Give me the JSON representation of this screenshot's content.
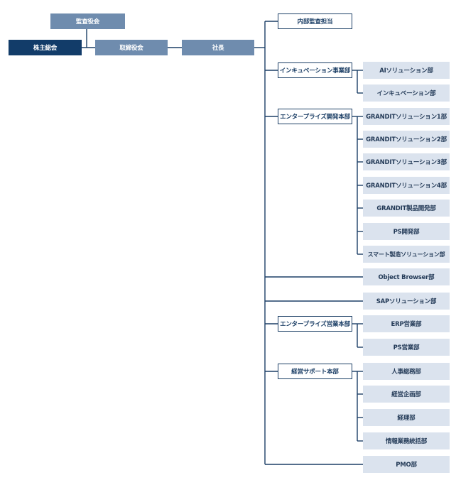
{
  "colors": {
    "dark": "#123c69",
    "mid": "#6f8cae",
    "outline": "#1c3f66",
    "light": "#dbe3ee",
    "line": "#1c3f66"
  },
  "top": {
    "audit_committee": "監査役会",
    "shareholders_meeting": "株主総会",
    "board": "取締役会",
    "president": "社長",
    "internal_audit": "内部監査担当"
  },
  "divisions": {
    "incubation": "インキュベーション事業部",
    "enterprise_dev": "エンタープライズ開発本部",
    "enterprise_sales": "エンタープライズ営業本部",
    "management_support": "経営サポート本部"
  },
  "departments": {
    "ai_solution": "AIソリューション部",
    "incubation_dept": "インキュベーション部",
    "grandit_1": "GRANDITソリューション1部",
    "grandit_2": "GRANDITソリューション2部",
    "grandit_3": "GRANDITソリューション3部",
    "grandit_4": "GRANDITソリューション4部",
    "grandit_product": "GRANDIT製品開発部",
    "ps_dev": "PS開発部",
    "smart_mfg": "スマート製造ソリューション部",
    "object_browser": "Object Browser部",
    "sap_solution": "SAPソリューション部",
    "erp_sales": "ERP営業部",
    "ps_sales": "PS営業部",
    "hr_general": "人事総務部",
    "corp_planning": "経営企画部",
    "accounting": "経理部",
    "info_systems": "情報業務統括部",
    "pmo": "PMO部"
  }
}
